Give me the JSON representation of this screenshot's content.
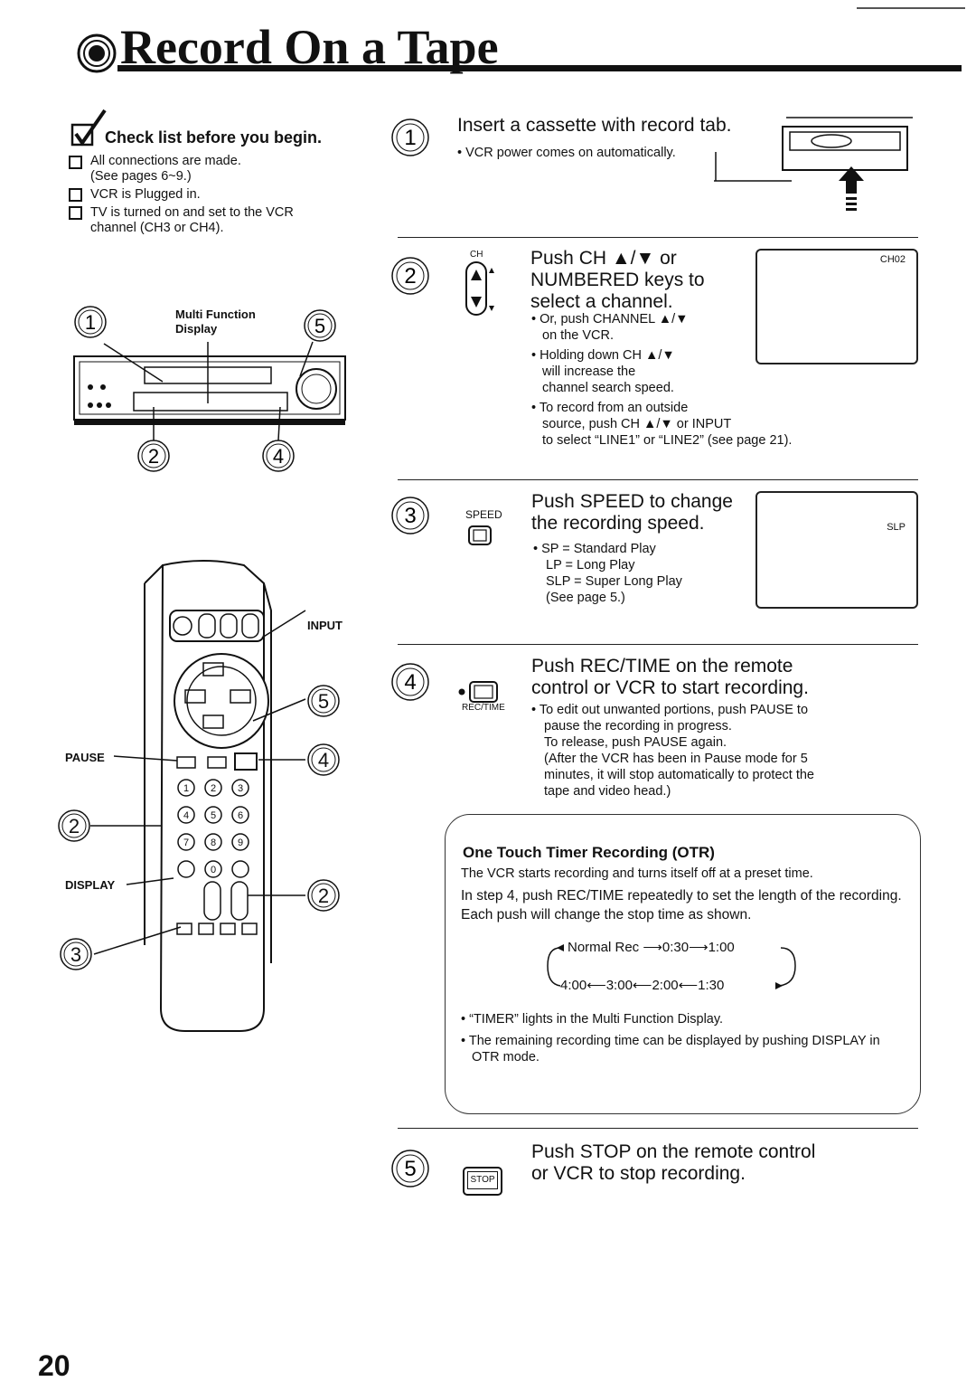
{
  "title": "Record On a Tape",
  "checklist": {
    "heading": "Check list before you begin.",
    "items": [
      {
        "line1": "All connections are made.",
        "line2": "(See pages 6~9.)"
      },
      {
        "line1": "VCR is Plugged in.",
        "line2": ""
      },
      {
        "line1": "TV is turned on and set to the VCR",
        "line2": "channel (CH3 or CH4)."
      }
    ]
  },
  "vcr_diagram": {
    "label_multi": "Multi Function",
    "label_display": "Display",
    "callouts": [
      "1",
      "5",
      "2",
      "4"
    ]
  },
  "remote_diagram": {
    "input": "INPUT",
    "pause": "PAUSE",
    "display": "DISPLAY",
    "callouts": [
      "5",
      "4",
      "2",
      "2",
      "3"
    ]
  },
  "steps": {
    "s1": {
      "num": "1",
      "title": "Insert a cassette with record tab.",
      "bullet": "VCR power comes on automatically."
    },
    "s2": {
      "num": "2",
      "button_label": "CH",
      "title_lines": [
        "Push CH ▲/▼ or",
        "NUMBERED keys to",
        "select a channel."
      ],
      "bullets": [
        [
          "Or, push CHANNEL ▲/▼",
          "on the VCR."
        ],
        [
          "Holding down CH ▲/▼",
          "will increase the",
          "channel search speed."
        ],
        [
          "To record from an outside",
          "source, push CH ▲/▼ or INPUT",
          "to select “LINE1” or “LINE2” (see page 21)."
        ]
      ],
      "display": "CH02"
    },
    "s3": {
      "num": "3",
      "button_label": "SPEED",
      "title_lines": [
        "Push SPEED to change",
        "the recording speed."
      ],
      "bullet_lines": [
        "SP = Standard Play",
        "LP = Long Play",
        "SLP = Super Long Play",
        "(See page 5.)"
      ],
      "display": "SLP"
    },
    "s4": {
      "num": "4",
      "button_label": "REC/TIME",
      "title_lines": [
        "Push REC/TIME on the remote",
        "control or VCR to start recording."
      ],
      "bullet_lines": [
        "To edit out unwanted portions, push PAUSE to",
        "pause the recording in progress.",
        "To release, push PAUSE again.",
        "(After the VCR has been in Pause mode for 5",
        "minutes, it will stop automatically to protect the",
        "tape and video head.)"
      ]
    },
    "s5": {
      "num": "5",
      "button_label": "STOP",
      "title_lines": [
        "Push STOP on the remote control",
        "or VCR to stop recording."
      ]
    }
  },
  "otr": {
    "title": "One Touch Timer Recording (OTR)",
    "p1": "The VCR starts recording and turns itself off at a preset time.",
    "p2": "In step 4, push REC/TIME repeatedly to set the length of the recording. Each push will change the stop time as shown.",
    "cycle_top": [
      "Normal Rec",
      "0:30",
      "1:00"
    ],
    "cycle_bottom": [
      "4:00",
      "3:00",
      "2:00",
      "1:30"
    ],
    "bullets": [
      "“TIMER” lights in the Multi Function Display.",
      "The remaining recording time can be displayed by pushing DISPLAY in OTR mode."
    ]
  },
  "page_number": "20"
}
